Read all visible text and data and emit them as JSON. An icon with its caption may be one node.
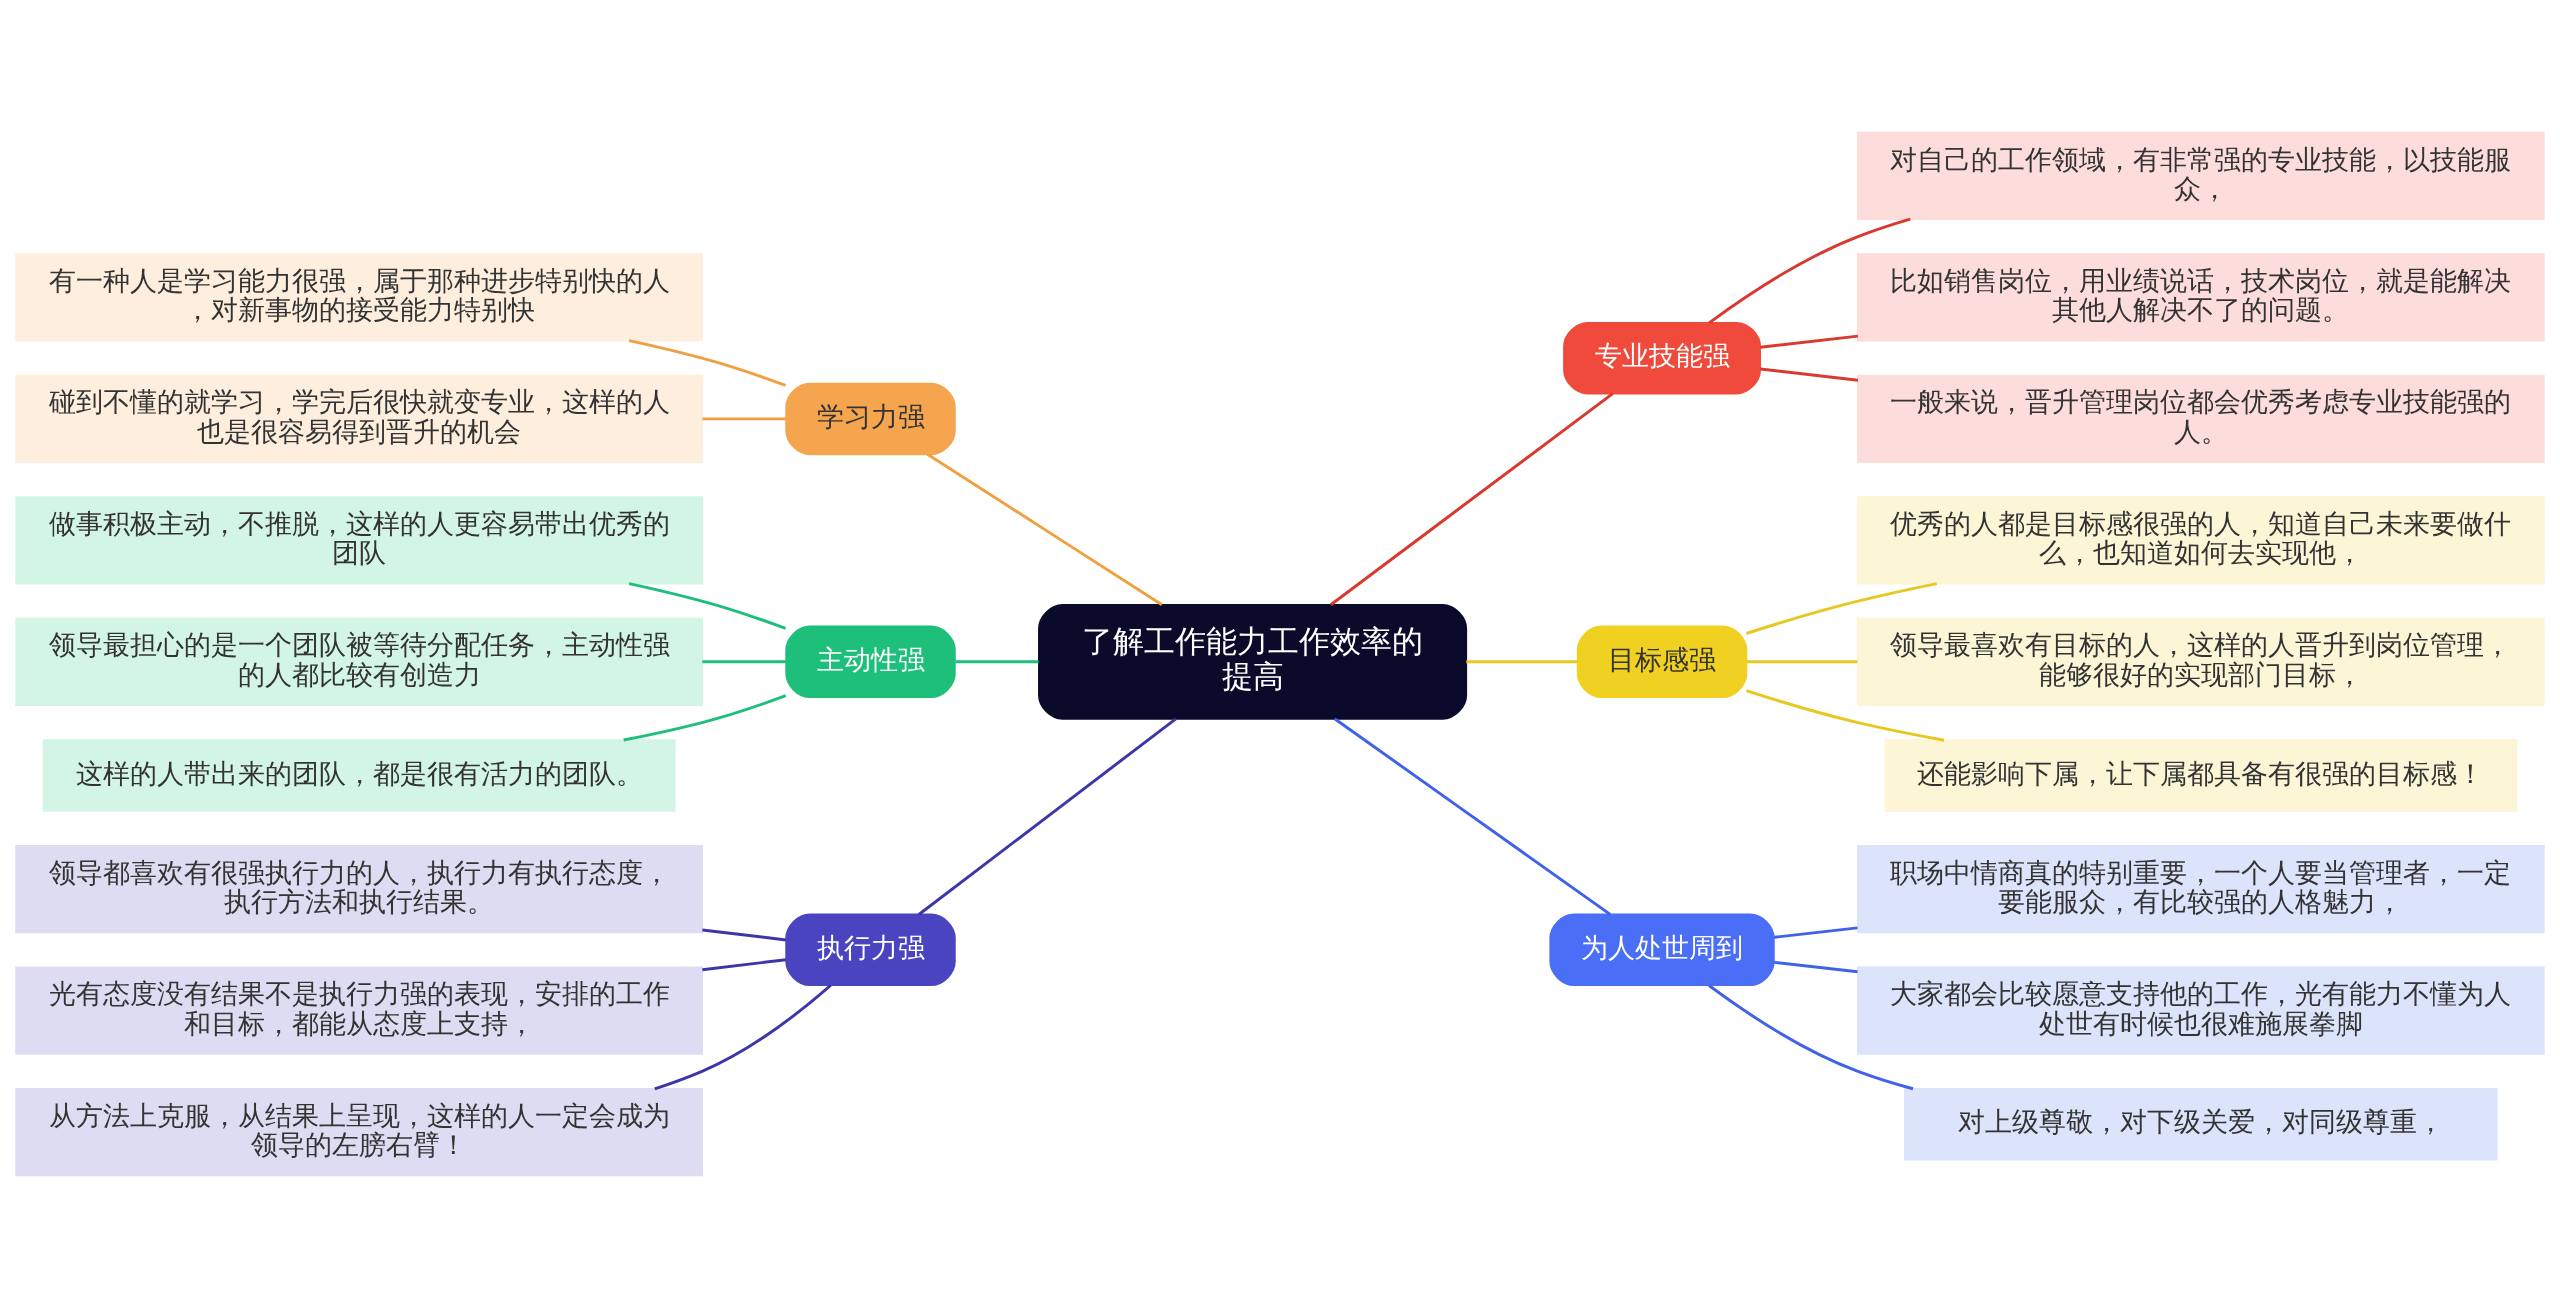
{
  "diagram": {
    "nodes": [
      {
        "text": [
          "了解工作能力工作效率的提高"
        ]
      },
      {
        "text": [
          "学习力强"
        ]
      },
      {
        "text": [
          "有一种人是学习能力很强，属于那种进步特别快的人，对新事物的接受能力特别快"
        ]
      },
      {
        "text": [
          "碰到不懂的就学习，学完后很快就变专业，这样的人也是很容易得到晋升的机会"
        ]
      },
      {
        "text": [
          "主动性强"
        ]
      },
      {
        "text": [
          "做事积极主动，不推脱，这样的人更容易带出优秀的团队"
        ]
      },
      {
        "text": [
          "领导最担心的是一个团队被等待分配任务，主动性强的人都比较有创造力"
        ]
      },
      {
        "text": [
          "这样的人带出来的团队，都是很有活力的团队。"
        ]
      },
      {
        "text": [
          "执行力强"
        ]
      },
      {
        "text": [
          "领导都喜欢有很强执行力的人，执行力有执行态度，执行方法和执行结果。"
        ]
      },
      {
        "text": [
          "光有态度没有结果不是执行力强的表现，安排的工作和目标，都能从态度上支持，"
        ]
      },
      {
        "text": [
          "从方法上克服，从结果上呈现，这样的人一定会成为领导的左膀右臂！"
        ]
      },
      {
        "text": [
          "专业技能强"
        ]
      },
      {
        "text": [
          "对自己的工作领域，有非常强的专业技能，以技能服众，"
        ]
      },
      {
        "text": [
          "比如销售岗位，用业绩说话，技术岗位，就是能解决其他人解决不了的问题。"
        ]
      },
      {
        "text": [
          "一般来说，晋升管理岗位都会优秀考虑专业技能强的人。"
        ]
      },
      {
        "text": [
          "目标感强"
        ]
      },
      {
        "text": [
          "优秀的人都是目标感很强的人，知道自己未来要做什么，也知道如何去实现他，"
        ]
      },
      {
        "text": [
          "领导最喜欢有目标的人，这样的人晋升到岗位管理，能够很好的实现部门目标，"
        ]
      },
      {
        "text": [
          "还能影响下属，让下属都具备有很强的目标感！"
        ]
      },
      {
        "text": [
          "为人处世周到"
        ]
      },
      {
        "text": [
          "职场中情商真的特别重要，一个人要当管理者，一定要能服众，有比较强的人格魅力，"
        ]
      },
      {
        "text": [
          "大家都会比较愿意支持他的工作，光有能力不懂为人处世有时候也很难施展拳脚"
        ]
      },
      {
        "text": [
          "对上级尊敬，对下级关爱，对同级尊重，"
        ]
      }
    ],
    "edges": [
      {
        "from": 0,
        "to": 1,
        "arrow": "none",
        "color": "#f0a040"
      },
      {
        "from": 1,
        "to": 2,
        "arrow": "none",
        "color": "#f0a040"
      },
      {
        "from": 1,
        "to": 3,
        "arrow": "none",
        "color": "#f0a040"
      },
      {
        "from": 0,
        "to": 4,
        "arrow": "none",
        "color": "#1dbf7a"
      },
      {
        "from": 4,
        "to": 5,
        "arrow": "none",
        "color": "#1dbf7a"
      },
      {
        "from": 4,
        "to": 6,
        "arrow": "none",
        "color": "#1dbf7a"
      },
      {
        "from": 4,
        "to": 7,
        "arrow": "none",
        "color": "#1dbf7a"
      },
      {
        "from": 0,
        "to": 8,
        "arrow": "none",
        "color": "#3d36a8"
      },
      {
        "from": 8,
        "to": 9,
        "arrow": "none",
        "color": "#3d36a8"
      },
      {
        "from": 8,
        "to": 10,
        "arrow": "none",
        "color": "#3d36a8"
      },
      {
        "from": 8,
        "to": 11,
        "arrow": "none",
        "color": "#3d36a8"
      },
      {
        "from": 0,
        "to": 12,
        "arrow": "none",
        "color": "#d83a30"
      },
      {
        "from": 12,
        "to": 13,
        "arrow": "none",
        "color": "#d83a30"
      },
      {
        "from": 12,
        "to": 14,
        "arrow": "none",
        "color": "#d83a30"
      },
      {
        "from": 12,
        "to": 15,
        "arrow": "none",
        "color": "#d83a30"
      },
      {
        "from": 0,
        "to": 16,
        "arrow": "none",
        "color": "#e8c820"
      },
      {
        "from": 16,
        "to": 17,
        "arrow": "none",
        "color": "#e8c820"
      },
      {
        "from": 16,
        "to": 18,
        "arrow": "none",
        "color": "#e8c820"
      },
      {
        "from": 16,
        "to": 19,
        "arrow": "none",
        "color": "#e8c820"
      },
      {
        "from": 0,
        "to": 20,
        "arrow": "none",
        "color": "#3f62e8"
      },
      {
        "from": 20,
        "to": 21,
        "arrow": "none",
        "color": "#3f62e8"
      },
      {
        "from": 20,
        "to": 22,
        "arrow": "none",
        "color": "#3f62e8"
      },
      {
        "from": 20,
        "to": 23,
        "arrow": "none",
        "color": "#3f62e8"
      }
    ]
  }
}
